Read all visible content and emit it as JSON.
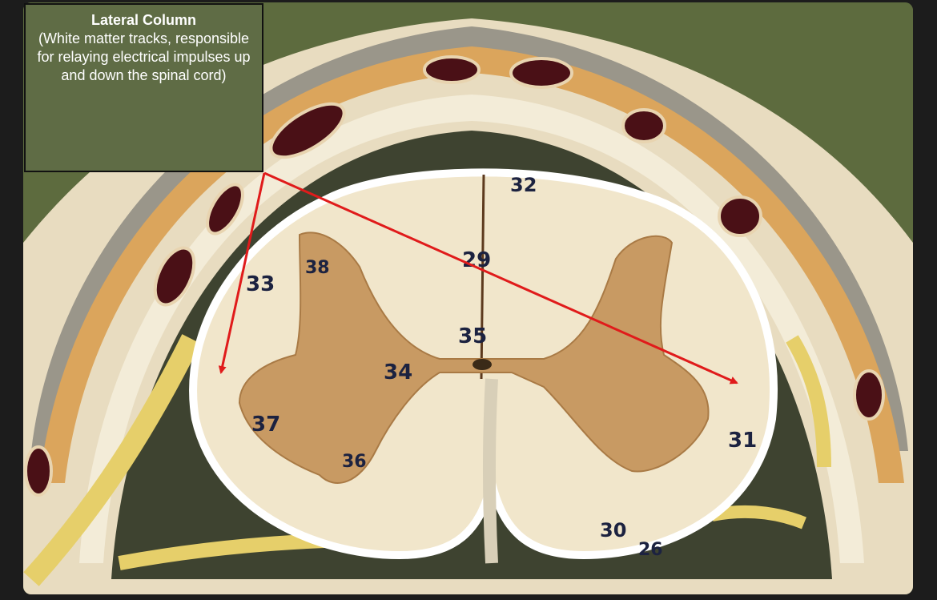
{
  "annotation": {
    "title": "Lateral Column",
    "description": "(White matter tracks, responsible for relaying electrical impulses up and down the spinal cord)"
  },
  "model_labels": [
    "32",
    "29",
    "33",
    "38",
    "35",
    "34",
    "37",
    "36",
    "31",
    "30",
    "26"
  ],
  "colors": {
    "background": "#1c1c1c",
    "wall": "#5d6b3e",
    "pointer_arrow": "#e01b1b",
    "white_matter": "#f1e6cb",
    "gray_matter": "#c89a63",
    "vessel": "#4a1016"
  }
}
